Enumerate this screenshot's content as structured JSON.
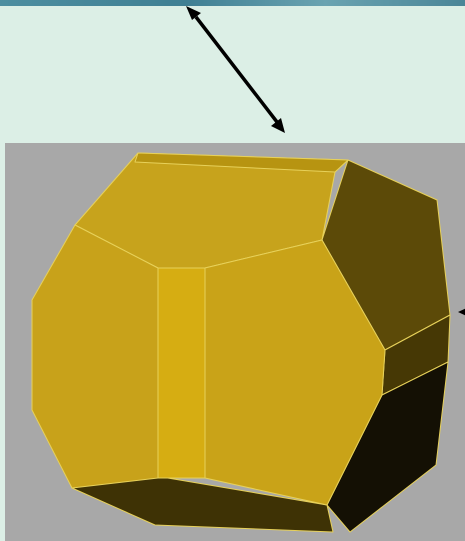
{
  "colors": {
    "slide_background": "#dcefe6",
    "top_strip": "#4d8ea0",
    "render_background": "#a8a8a8",
    "face_front_left": "#c8a21a",
    "face_front_right": "#c9a318",
    "face_bevel_center": "#d6ad12",
    "face_top": "#c7a31c",
    "face_dark_side": "#5c4a08",
    "face_darkest": "#141004",
    "edge_highlight": "#e7d15a",
    "arrow": "#000000"
  },
  "icons": {
    "diagonal_arrow": "double-headed-arrow",
    "side_arrow": "arrowhead-left"
  },
  "shape": "truncated-octahedron"
}
